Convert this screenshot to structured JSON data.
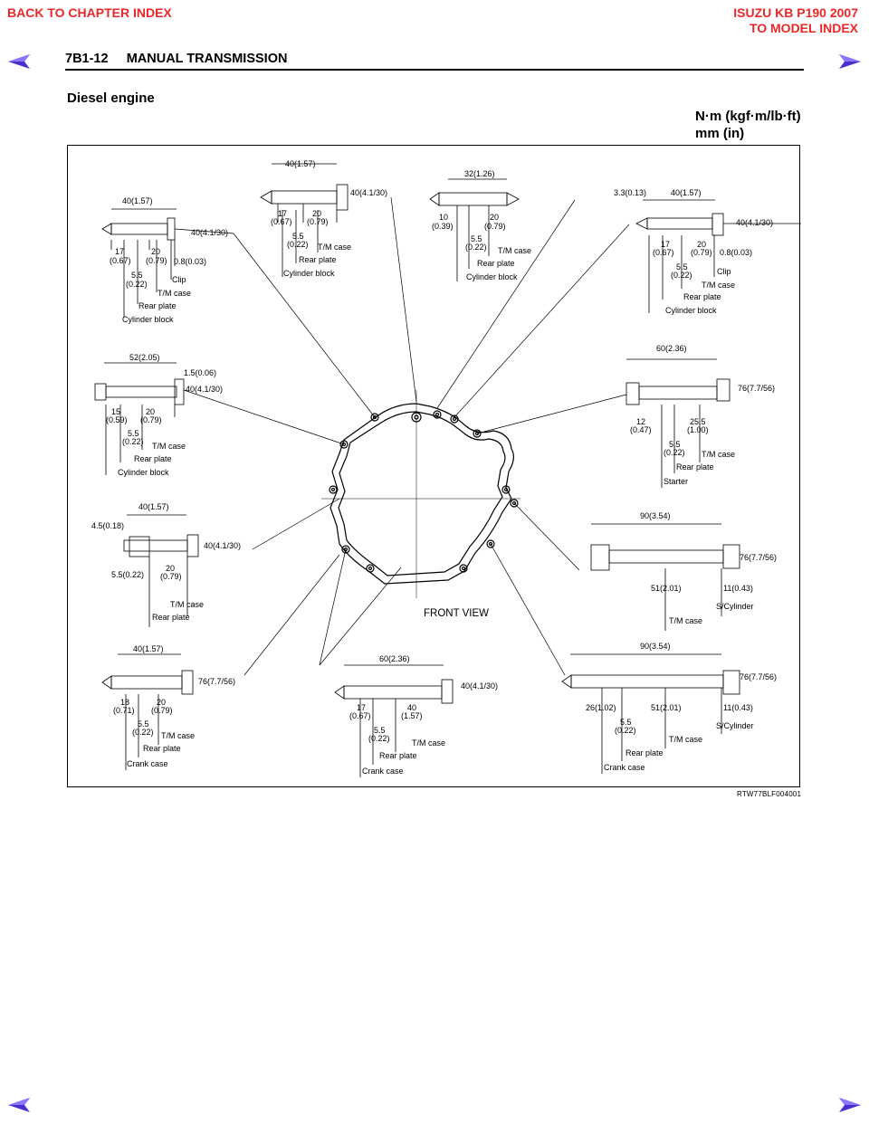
{
  "nav": {
    "back_chapter": "BACK TO CHAPTER INDEX",
    "model_line1": "ISUZU KB P190 2007",
    "model_line2": "TO MODEL INDEX",
    "accent_color": "#e8282b",
    "arrow_color": "#4a2fd0",
    "prev_icon": "left-arrow-icon",
    "next_icon": "right-arrow-icon"
  },
  "header": {
    "title": "7B1-12     MANUAL TRANSMISSION"
  },
  "section": {
    "title": "Diesel engine",
    "units_torque": "N·m (kgf·m/lb·ft)",
    "units_length": "mm (in)"
  },
  "figure": {
    "front_view": "FRONT VIEW",
    "code": "RTW77BLF004001",
    "bolt_a": {
      "len": "40(1.57)",
      "torque": "40(4.1/30)",
      "d1": "17",
      "d1in": "(0.67)",
      "d2": "20",
      "d2in": "(0.79)",
      "gap": "0.8(0.03)",
      "t": "5.5",
      "tin": "(0.22)",
      "l1": "Clip",
      "l2": "T/M case",
      "l3": "Rear plate",
      "l4": "Cylinder block"
    },
    "bolt_b": {
      "len": "40(1.57)",
      "torque": "40(4.1/30)",
      "d1": "17",
      "d1in": "(0.67)",
      "d2": "20",
      "d2in": "(0.79)",
      "t": "5.5",
      "tin": "(0.22)",
      "l1": "T/M case",
      "l2": "Rear plate",
      "l3": "Cylinder block"
    },
    "bolt_c": {
      "len": "32(1.26)",
      "d1": "10",
      "d1in": "(0.39)",
      "d2": "20",
      "d2in": "(0.79)",
      "t": "5.5",
      "tin": "(0.22)",
      "l1": "T/M case",
      "l2": "Rear plate",
      "l3": "Cylinder block"
    },
    "bolt_d": {
      "pre": "3.3(0.13)",
      "len": "40(1.57)",
      "torque": "40(4.1/30)",
      "d1": "17",
      "d1in": "(0.67)",
      "d2": "20",
      "d2in": "(0.79)",
      "gap": "0.8(0.03)",
      "t": "5.5",
      "tin": "(0.22)",
      "l1": "Clip",
      "l2": "T/M case",
      "l3": "Rear plate",
      "l4": "Cylinder block"
    },
    "bolt_e": {
      "len": "52(2.05)",
      "gap": "1.5(0.06)",
      "torque": "40(4.1/30)",
      "d1": "15",
      "d1in": "(0.59)",
      "d2": "20",
      "d2in": "(0.79)",
      "t": "5.5",
      "tin": "(0.22)",
      "l1": "T/M case",
      "l2": "Rear plate",
      "l3": "Cylinder block"
    },
    "bolt_f": {
      "len": "60(2.36)",
      "torque": "76(7.7/56)",
      "d1": "12",
      "d1in": "(0.47)",
      "d2": "25.5",
      "d2in": "(1.00)",
      "t": "5.5",
      "tin": "(0.22)",
      "l1": "T/M case",
      "l2": "Rear plate",
      "l3": "Starter"
    },
    "bolt_g": {
      "len": "40(1.57)",
      "pre": "4.5(0.18)",
      "torque": "40(4.1/30)",
      "t": "5.5(0.22)",
      "d2": "20",
      "d2in": "(0.79)",
      "l1": "T/M case",
      "l2": "Rear plate"
    },
    "bolt_h": {
      "len": "90(3.54)",
      "torque": "76(7.7/56)",
      "d1": "51(2.01)",
      "d2": "11(0.43)",
      "l1": "S/Cylinder",
      "l2": "T/M case"
    },
    "bolt_i": {
      "len": "40(1.57)",
      "torque": "76(7.7/56)",
      "d1": "18",
      "d1in": "(0.71)",
      "d2": "20",
      "d2in": "(0.79)",
      "t": "5.5",
      "tin": "(0.22)",
      "l1": "T/M case",
      "l2": "Rear plate",
      "l3": "Crank case"
    },
    "bolt_j": {
      "len": "60(2.36)",
      "torque": "40(4.1/30)",
      "d1": "17",
      "d1in": "(0.67)",
      "d2": "40",
      "d2in": "(1.57)",
      "t": "5.5",
      "tin": "(0.22)",
      "l1": "T/M case",
      "l2": "Rear plate",
      "l3": "Crank case"
    },
    "bolt_k": {
      "len": "90(3.54)",
      "torque": "76(7.7/56)",
      "d0": "26(1.02)",
      "d1": "51(2.01)",
      "d2": "11(0.43)",
      "t": "5.5",
      "tin": "(0.22)",
      "l1": "S/Cylinder",
      "l2": "T/M case",
      "l3": "Rear plate",
      "l4": "Crank case"
    }
  }
}
